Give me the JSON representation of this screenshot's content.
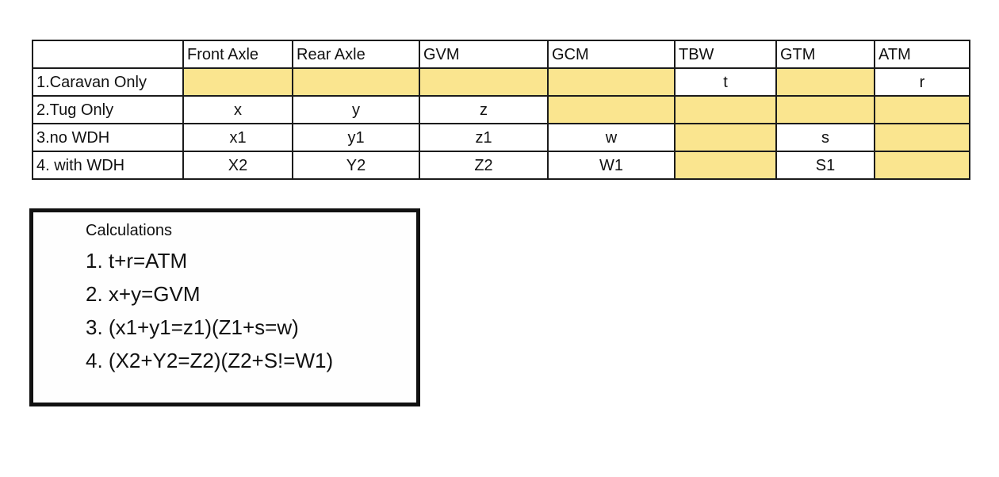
{
  "colors": {
    "highlight": "#FAE58F",
    "grid": "#1b1b1b"
  },
  "table": {
    "header": [
      "",
      "Front Axle",
      "Rear Axle",
      "GVM",
      "GCM",
      "TBW",
      "GTM",
      "ATM"
    ],
    "rows": [
      {
        "label": "1.Caravan Only",
        "cells": [
          {
            "v": "",
            "hl": true
          },
          {
            "v": "",
            "hl": true
          },
          {
            "v": "",
            "hl": true
          },
          {
            "v": "",
            "hl": true
          },
          {
            "v": "t",
            "hl": false
          },
          {
            "v": "",
            "hl": true
          },
          {
            "v": "r",
            "hl": false
          }
        ]
      },
      {
        "label": "2.Tug Only",
        "cells": [
          {
            "v": "x",
            "hl": false
          },
          {
            "v": "y",
            "hl": false
          },
          {
            "v": "z",
            "hl": false
          },
          {
            "v": "",
            "hl": true
          },
          {
            "v": "",
            "hl": true
          },
          {
            "v": "",
            "hl": true
          },
          {
            "v": "",
            "hl": true
          }
        ]
      },
      {
        "label": "3.no WDH",
        "cells": [
          {
            "v": "x1",
            "hl": false
          },
          {
            "v": "y1",
            "hl": false
          },
          {
            "v": "z1",
            "hl": false
          },
          {
            "v": "w",
            "hl": false
          },
          {
            "v": "",
            "hl": true
          },
          {
            "v": "s",
            "hl": false
          },
          {
            "v": "",
            "hl": true
          }
        ]
      },
      {
        "label": "4. with WDH",
        "cells": [
          {
            "v": "X2",
            "hl": false
          },
          {
            "v": "Y2",
            "hl": false
          },
          {
            "v": "Z2",
            "hl": false
          },
          {
            "v": "W1",
            "hl": false
          },
          {
            "v": "",
            "hl": true
          },
          {
            "v": "S1",
            "hl": false
          },
          {
            "v": "",
            "hl": true
          }
        ]
      }
    ]
  },
  "calculations": {
    "title": "Calculations",
    "items": [
      "1. t+r=ATM",
      "2. x+y=GVM",
      "3. (x1+y1=z1)(Z1+s=w)",
      "4. (X2+Y2=Z2)(Z2+S!=W1)"
    ]
  }
}
